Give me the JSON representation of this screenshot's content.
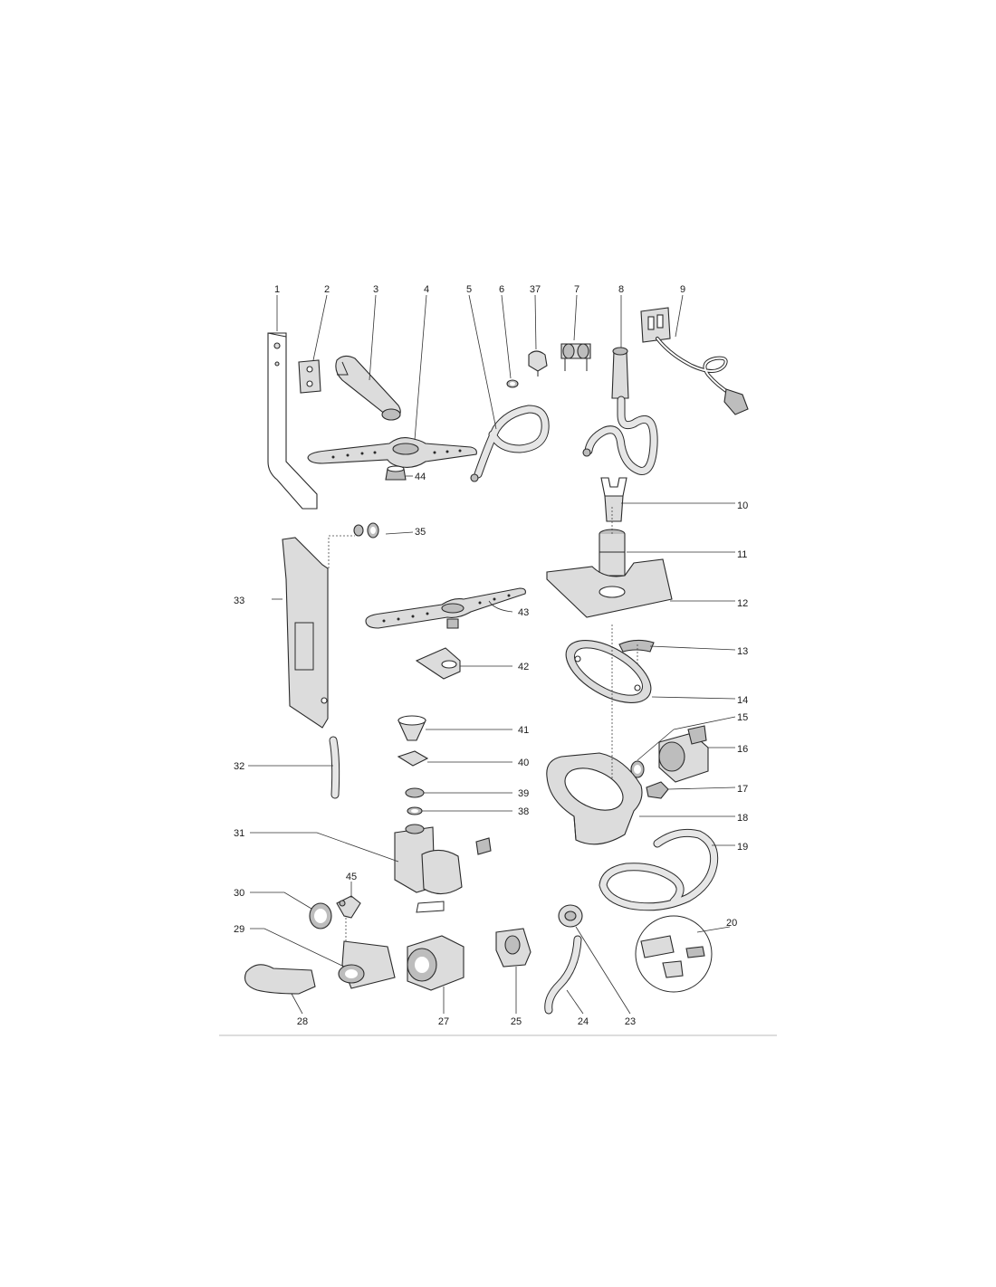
{
  "diagram": {
    "callouts": {
      "c1": "1",
      "c2": "2",
      "c3": "3",
      "c4": "4",
      "c5": "5",
      "c6": "6",
      "c37": "37",
      "c7": "7",
      "c8": "8",
      "c9": "9",
      "c10": "10",
      "c11": "11",
      "c12": "12",
      "c13": "13",
      "c14": "14",
      "c15": "15",
      "c16": "16",
      "c17": "17",
      "c18": "18",
      "c19": "19",
      "c20": "20",
      "c23": "23",
      "c24": "24",
      "c25": "25",
      "c27": "27",
      "c28": "28",
      "c29": "29",
      "c30": "30",
      "c31": "31",
      "c32": "32",
      "c33": "33",
      "c35": "35",
      "c38": "38",
      "c39": "39",
      "c40": "40",
      "c41": "41",
      "c42": "42",
      "c43": "43",
      "c44": "44",
      "c45": "45"
    }
  }
}
